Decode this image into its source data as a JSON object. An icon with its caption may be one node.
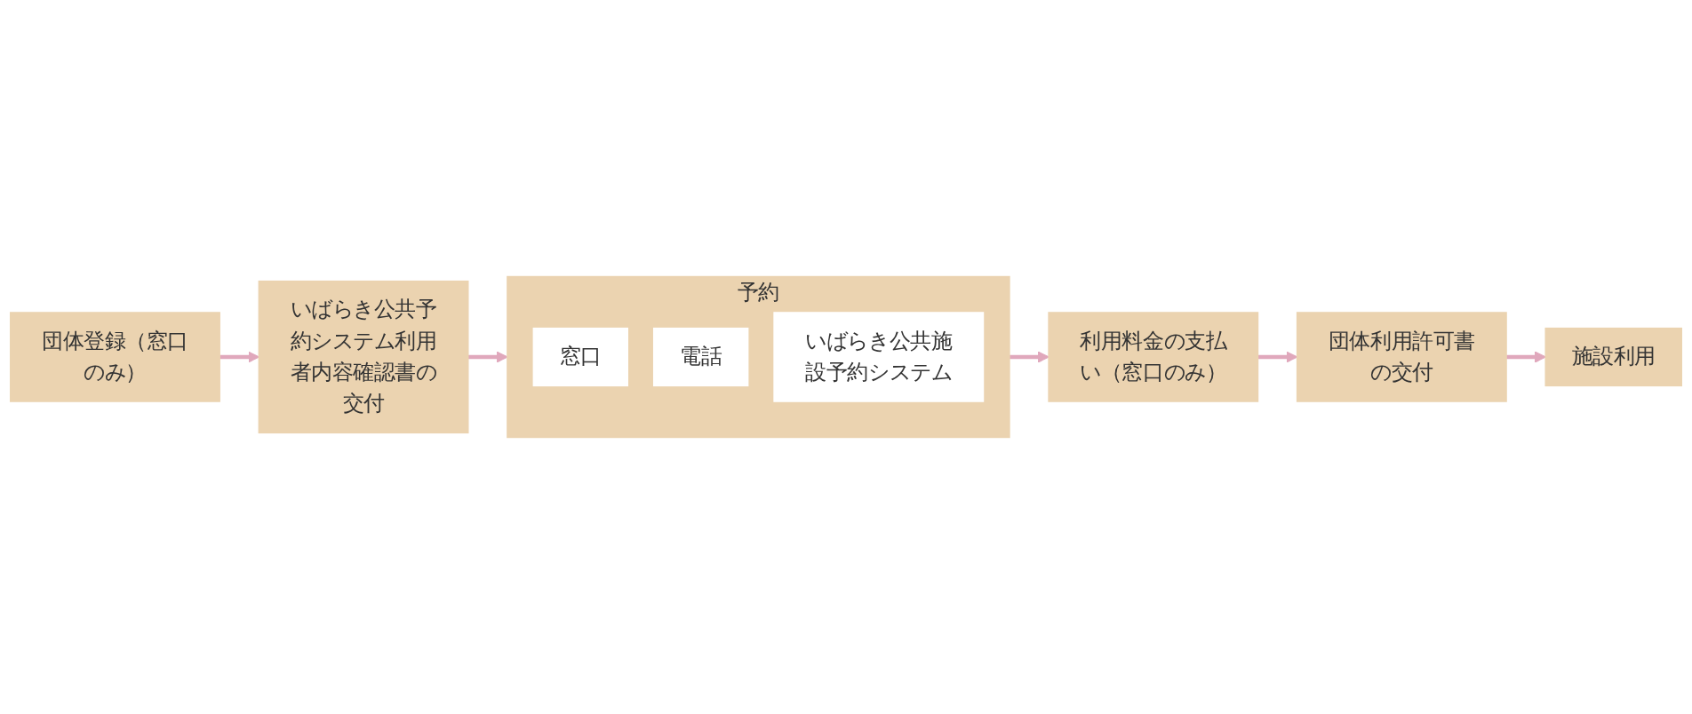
{
  "diagram": {
    "nodes": [
      {
        "text": [
          "団体登録（窓口のみ）"
        ]
      },
      {
        "text": [
          "いばらき公共予約システム利用者内容確認書の交付"
        ]
      },
      {
        "text": [
          "予約"
        ]
      },
      {
        "text": [
          "窓口"
        ],
        "in": 2
      },
      {
        "text": [
          "電話"
        ],
        "in": 2
      },
      {
        "text": [
          "いばらき公共施設予約システム"
        ],
        "in": 2
      },
      {
        "text": [
          "利用料金の支払い（窓口のみ）"
        ]
      },
      {
        "text": [
          "団体利用許可書の交付"
        ]
      },
      {
        "text": [
          "施設利用"
        ]
      }
    ],
    "edges": [
      {
        "from": 0,
        "to": 1,
        "arrow": "to"
      },
      {
        "from": 1,
        "to": 2,
        "arrow": "to"
      },
      {
        "from": 2,
        "to": 6,
        "arrow": "to"
      },
      {
        "from": 6,
        "to": 7,
        "arrow": "to"
      },
      {
        "from": 7,
        "to": 8,
        "arrow": "to"
      }
    ]
  }
}
